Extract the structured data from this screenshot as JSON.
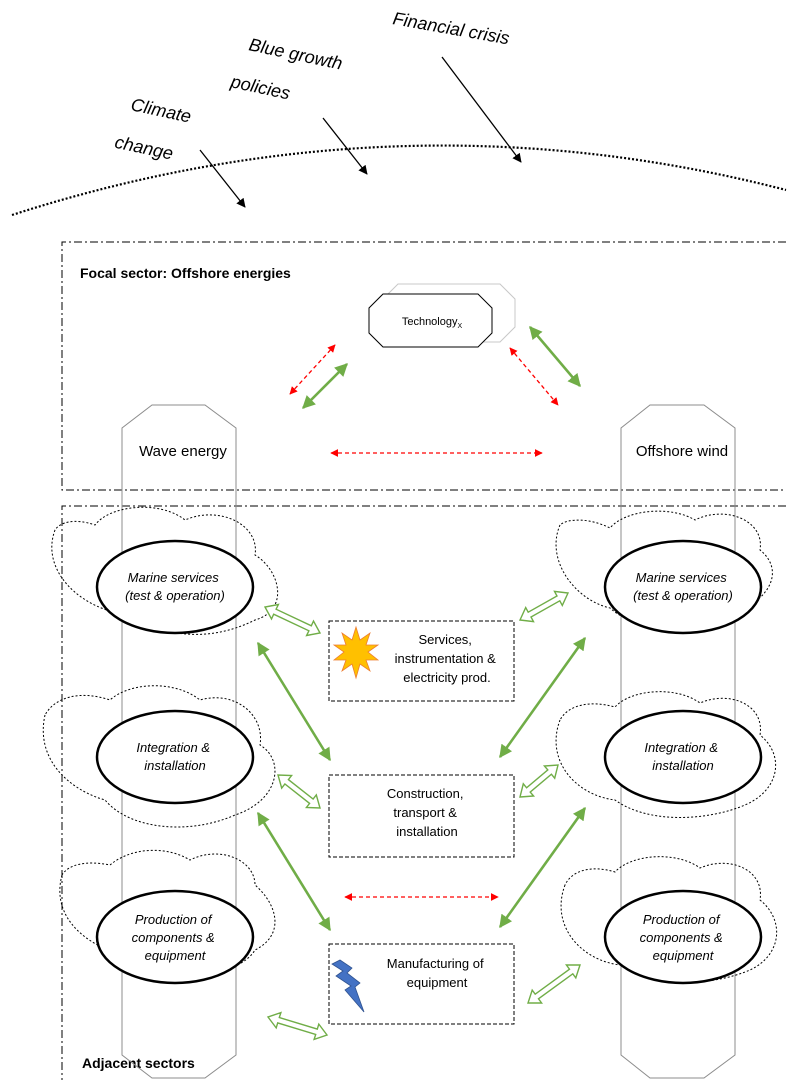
{
  "external_forces": {
    "climate": [
      "Climate",
      "change"
    ],
    "blue_growth": [
      "Blue growth",
      "policies"
    ],
    "financial": "Financial crisis"
  },
  "focal_sector": {
    "title": "Focal sector: Offshore energies",
    "technology": "Technology",
    "technology_sub": "X"
  },
  "pillars": {
    "left": "Wave energy",
    "right": "Offshore wind"
  },
  "left_ellipses": [
    [
      "Marine services",
      "(test & operation)"
    ],
    [
      "Integration &",
      "installation"
    ],
    [
      "Production of",
      "components &",
      "equipment"
    ]
  ],
  "right_ellipses": [
    [
      "Marine services",
      "(test & operation)"
    ],
    [
      "Integration &",
      "installation"
    ],
    [
      "Production of",
      "components &",
      "equipment"
    ]
  ],
  "center_boxes": [
    [
      "Services,",
      "instrumentation &",
      "electricity prod."
    ],
    [
      "Construction,",
      "transport &",
      "installation"
    ],
    [
      "Manufacturing of",
      "equipment"
    ]
  ],
  "adjacent_title": "Adjacent sectors",
  "colors": {
    "green": "#70AD47",
    "red": "#FF0000",
    "sun": "#FFC000",
    "bolt": "#4472C4"
  }
}
